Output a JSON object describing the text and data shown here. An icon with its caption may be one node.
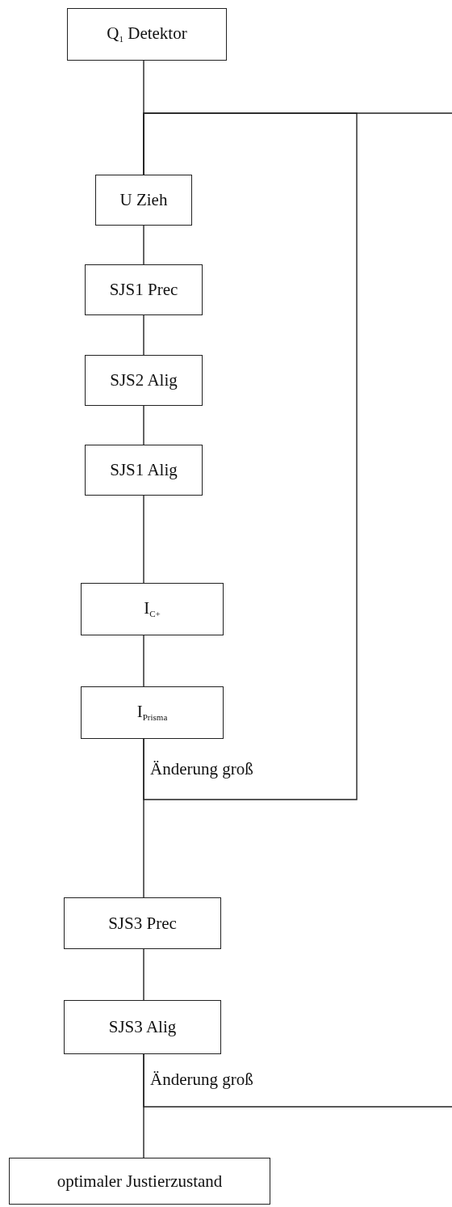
{
  "diagram": {
    "nodes": [
      {
        "text": [
          "Q$_{1}$ Detektor"
        ]
      },
      {
        "text": [
          "U Zieh"
        ]
      },
      {
        "text": [
          "SJS1 Prec"
        ]
      },
      {
        "text": [
          "SJS2 Alig"
        ]
      },
      {
        "text": [
          "SJS1 Alig"
        ]
      },
      {
        "text": [
          "I$_{C+}$"
        ]
      },
      {
        "text": [
          "I$_{Prisma}$"
        ]
      },
      {
        "text": [
          "SJS3 Prec"
        ]
      },
      {
        "text": [
          "SJS3 Alig"
        ]
      },
      {
        "text": [
          "optimaler Justierzustand"
        ]
      }
    ],
    "edges": [
      {
        "from": 0,
        "to": 1,
        "arrow": "none"
      },
      {
        "from": 1,
        "to": 2,
        "arrow": "none"
      },
      {
        "from": 2,
        "to": 3,
        "arrow": "none"
      },
      {
        "from": 3,
        "to": 4,
        "arrow": "none"
      },
      {
        "from": 4,
        "to": 5,
        "arrow": "none"
      },
      {
        "from": 5,
        "to": 6,
        "arrow": "none"
      },
      {
        "from": 6,
        "to": 7,
        "arrow": "none"
      },
      {
        "from": 7,
        "to": 8,
        "arrow": "none"
      },
      {
        "from": 8,
        "to": 9,
        "arrow": "none"
      },
      {
        "from": 6,
        "to": 1,
        "arrow": "none",
        "label": "Änderung groß"
      },
      {
        "from": 8,
        "to": 1,
        "arrow": "none",
        "label": "Änderung groß"
      }
    ]
  }
}
